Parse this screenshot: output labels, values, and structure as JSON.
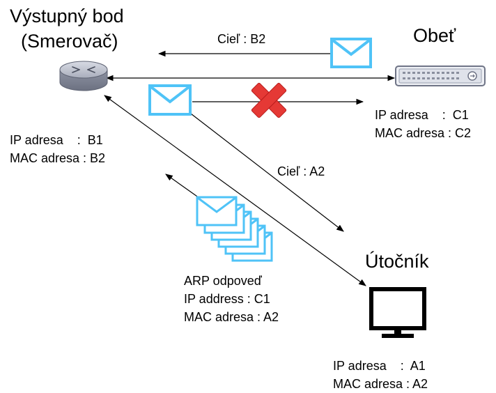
{
  "gateway": {
    "title_line1": "Výstupný bod",
    "title_line2": "(Smerovač)",
    "ip": "IP adresa    :  B1",
    "mac": "MAC adresa : B2"
  },
  "victim": {
    "title": "Obeť",
    "ip": "IP adresa    :  C1",
    "mac": "MAC adresa : C2"
  },
  "attacker": {
    "title": "Útočník",
    "ip": "IP adresa    :  A1",
    "mac": "MAC adresa : A2"
  },
  "arp_reply": {
    "title": "ARP odpoveď",
    "ip": "IP address : C1",
    "mac": "MAC adresa : A2"
  },
  "arrows": {
    "to_gateway": "Cieľ : B2",
    "to_attacker": "Cieľ : A2"
  },
  "colors": {
    "envelope": "#4fc3f7",
    "cross": "#e53935",
    "device_gray": "#8a8f9e"
  }
}
